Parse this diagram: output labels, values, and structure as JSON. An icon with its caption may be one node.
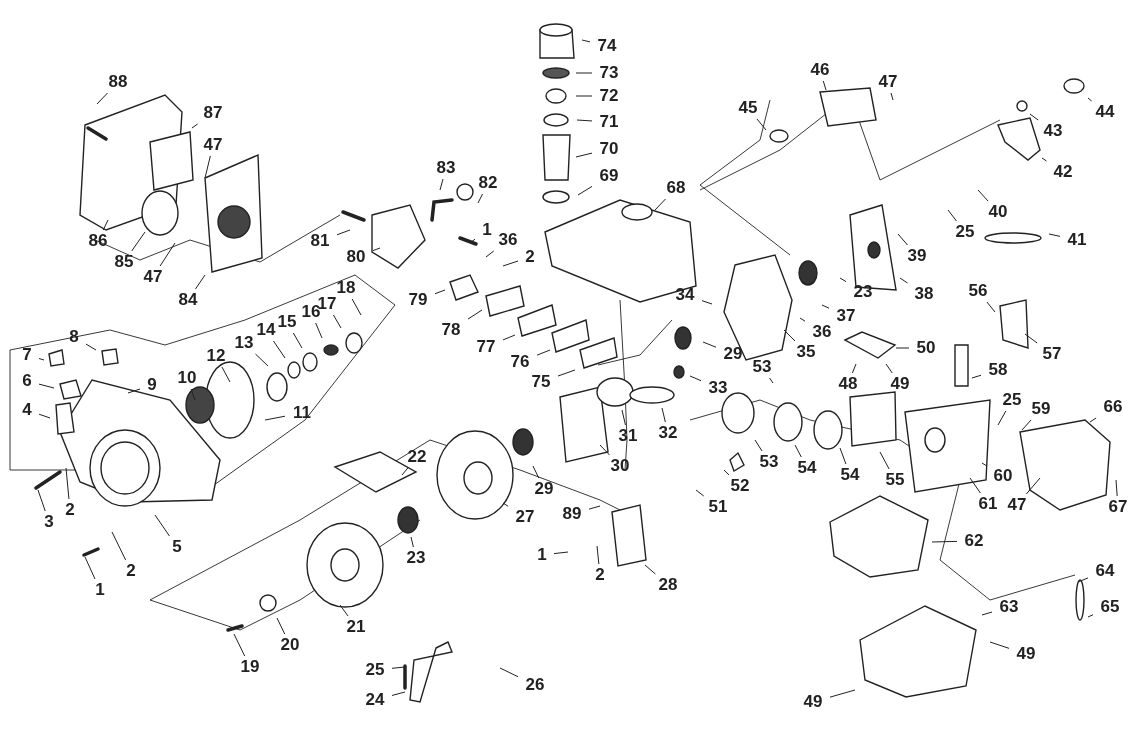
{
  "diagram": {
    "nodes": [
      {
        "text": [
          "88"
        ]
      },
      {
        "text": [
          "87"
        ]
      },
      {
        "text": [
          "47"
        ]
      },
      {
        "text": [
          "86"
        ]
      },
      {
        "text": [
          "85"
        ]
      },
      {
        "text": [
          "47"
        ]
      },
      {
        "text": [
          "84"
        ]
      },
      {
        "text": [
          "83"
        ]
      },
      {
        "text": [
          "82"
        ]
      },
      {
        "text": [
          "74"
        ]
      },
      {
        "text": [
          "73"
        ]
      },
      {
        "text": [
          "72"
        ]
      },
      {
        "text": [
          "71"
        ]
      },
      {
        "text": [
          "70"
        ]
      },
      {
        "text": [
          "69"
        ]
      },
      {
        "text": [
          "68"
        ]
      },
      {
        "text": [
          "46"
        ]
      },
      {
        "text": [
          "47"
        ]
      },
      {
        "text": [
          "45"
        ]
      },
      {
        "text": [
          "44"
        ]
      },
      {
        "text": [
          "43"
        ]
      },
      {
        "text": [
          "42"
        ]
      },
      {
        "text": [
          "40"
        ]
      },
      {
        "text": [
          "25"
        ]
      },
      {
        "text": [
          "41"
        ]
      },
      {
        "text": [
          "39"
        ]
      },
      {
        "text": [
          "81"
        ]
      },
      {
        "text": [
          "80"
        ]
      },
      {
        "text": [
          "1"
        ]
      },
      {
        "text": [
          "36"
        ]
      },
      {
        "text": [
          "2"
        ]
      },
      {
        "text": [
          "79"
        ]
      },
      {
        "text": [
          "78"
        ]
      },
      {
        "text": [
          "77"
        ]
      },
      {
        "text": [
          "76"
        ]
      },
      {
        "text": [
          "75"
        ]
      },
      {
        "text": [
          "23"
        ]
      },
      {
        "text": [
          "38"
        ]
      },
      {
        "text": [
          "34"
        ]
      },
      {
        "text": [
          "37"
        ]
      },
      {
        "text": [
          "36"
        ]
      },
      {
        "text": [
          "35"
        ]
      },
      {
        "text": [
          "29"
        ]
      },
      {
        "text": [
          "56"
        ]
      },
      {
        "text": [
          "57"
        ]
      },
      {
        "text": [
          "50"
        ]
      },
      {
        "text": [
          "53"
        ]
      },
      {
        "text": [
          "33"
        ]
      },
      {
        "text": [
          "48"
        ]
      },
      {
        "text": [
          "49"
        ]
      },
      {
        "text": [
          "58"
        ]
      },
      {
        "text": [
          "25"
        ]
      },
      {
        "text": [
          "59"
        ]
      },
      {
        "text": [
          "66"
        ]
      },
      {
        "text": [
          "8"
        ]
      },
      {
        "text": [
          "7"
        ]
      },
      {
        "text": [
          "6"
        ]
      },
      {
        "text": [
          "9"
        ]
      },
      {
        "text": [
          "10"
        ]
      },
      {
        "text": [
          "12"
        ]
      },
      {
        "text": [
          "13"
        ]
      },
      {
        "text": [
          "14"
        ]
      },
      {
        "text": [
          "15"
        ]
      },
      {
        "text": [
          "16"
        ]
      },
      {
        "text": [
          "17"
        ]
      },
      {
        "text": [
          "18"
        ]
      },
      {
        "text": [
          "4"
        ]
      },
      {
        "text": [
          "11"
        ]
      },
      {
        "text": [
          "31"
        ]
      },
      {
        "text": [
          "32"
        ]
      },
      {
        "text": [
          "30"
        ]
      },
      {
        "text": [
          "22"
        ]
      },
      {
        "text": [
          "29"
        ]
      },
      {
        "text": [
          "53"
        ]
      },
      {
        "text": [
          "54"
        ]
      },
      {
        "text": [
          "54"
        ]
      },
      {
        "text": [
          "55"
        ]
      },
      {
        "text": [
          "52"
        ]
      },
      {
        "text": [
          "51"
        ]
      },
      {
        "text": [
          "60"
        ]
      },
      {
        "text": [
          "61"
        ]
      },
      {
        "text": [
          "47"
        ]
      },
      {
        "text": [
          "67"
        ]
      },
      {
        "text": [
          "27"
        ]
      },
      {
        "text": [
          "89"
        ]
      },
      {
        "text": [
          "3"
        ]
      },
      {
        "text": [
          "2"
        ]
      },
      {
        "text": [
          "5"
        ]
      },
      {
        "text": [
          "1"
        ]
      },
      {
        "text": [
          "2"
        ]
      },
      {
        "text": [
          "62"
        ]
      },
      {
        "text": [
          "1"
        ]
      },
      {
        "text": [
          "2"
        ]
      },
      {
        "text": [
          "23"
        ]
      },
      {
        "text": [
          "28"
        ]
      },
      {
        "text": [
          "64"
        ]
      },
      {
        "text": [
          "65"
        ]
      },
      {
        "text": [
          "63"
        ]
      },
      {
        "text": [
          "21"
        ]
      },
      {
        "text": [
          "20"
        ]
      },
      {
        "text": [
          "49"
        ]
      },
      {
        "text": [
          "19"
        ]
      },
      {
        "text": [
          "25"
        ]
      },
      {
        "text": [
          "24"
        ]
      },
      {
        "text": [
          "26"
        ]
      },
      {
        "text": [
          "49"
        ]
      }
    ],
    "edges": [
      {
        "from": 0,
        "to": null,
        "arrow": "none"
      },
      {
        "from": 1,
        "to": null,
        "arrow": "none"
      },
      {
        "from": 2,
        "to": null,
        "arrow": "none"
      },
      {
        "from": 3,
        "to": null,
        "arrow": "none"
      },
      {
        "from": 4,
        "to": null,
        "arrow": "none"
      },
      {
        "from": 5,
        "to": null,
        "arrow": "none"
      },
      {
        "from": 6,
        "to": null,
        "arrow": "none"
      },
      {
        "from": 7,
        "to": null,
        "arrow": "none"
      },
      {
        "from": 8,
        "to": null,
        "arrow": "none"
      },
      {
        "from": 9,
        "to": null,
        "arrow": "none"
      },
      {
        "from": 10,
        "to": null,
        "arrow": "none"
      },
      {
        "from": 11,
        "to": null,
        "arrow": "none"
      },
      {
        "from": 12,
        "to": null,
        "arrow": "none"
      },
      {
        "from": 13,
        "to": null,
        "arrow": "none"
      },
      {
        "from": 14,
        "to": null,
        "arrow": "none"
      },
      {
        "from": 15,
        "to": null,
        "arrow": "none"
      },
      {
        "from": 16,
        "to": null,
        "arrow": "none"
      },
      {
        "from": 17,
        "to": null,
        "arrow": "none"
      },
      {
        "from": 18,
        "to": null,
        "arrow": "none"
      },
      {
        "from": 19,
        "to": null,
        "arrow": "none"
      },
      {
        "from": 20,
        "to": null,
        "arrow": "none"
      },
      {
        "from": 21,
        "to": null,
        "arrow": "none"
      },
      {
        "from": 22,
        "to": null,
        "arrow": "none"
      },
      {
        "from": 23,
        "to": null,
        "arrow": "none"
      },
      {
        "from": 24,
        "to": null,
        "arrow": "none"
      },
      {
        "from": 25,
        "to": null,
        "arrow": "none"
      },
      {
        "from": 26,
        "to": null,
        "arrow": "none"
      },
      {
        "from": 27,
        "to": null,
        "arrow": "none"
      },
      {
        "from": 28,
        "to": null,
        "arrow": "none"
      },
      {
        "from": 29,
        "to": null,
        "arrow": "none"
      },
      {
        "from": 30,
        "to": null,
        "arrow": "none"
      },
      {
        "from": 31,
        "to": null,
        "arrow": "none"
      },
      {
        "from": 32,
        "to": null,
        "arrow": "none"
      },
      {
        "from": 33,
        "to": null,
        "arrow": "none"
      },
      {
        "from": 34,
        "to": null,
        "arrow": "none"
      },
      {
        "from": 35,
        "to": null,
        "arrow": "none"
      },
      {
        "from": 36,
        "to": null,
        "arrow": "none"
      },
      {
        "from": 37,
        "to": null,
        "arrow": "none"
      },
      {
        "from": 38,
        "to": null,
        "arrow": "none"
      },
      {
        "from": 39,
        "to": null,
        "arrow": "none"
      },
      {
        "from": 40,
        "to": null,
        "arrow": "none"
      },
      {
        "from": 41,
        "to": null,
        "arrow": "none"
      },
      {
        "from": 42,
        "to": null,
        "arrow": "none"
      },
      {
        "from": 43,
        "to": null,
        "arrow": "none"
      },
      {
        "from": 44,
        "to": null,
        "arrow": "none"
      },
      {
        "from": 45,
        "to": null,
        "arrow": "none"
      },
      {
        "from": 46,
        "to": null,
        "arrow": "none"
      },
      {
        "from": 47,
        "to": null,
        "arrow": "none"
      },
      {
        "from": 48,
        "to": null,
        "arrow": "none"
      },
      {
        "from": 49,
        "to": null,
        "arrow": "none"
      },
      {
        "from": 50,
        "to": null,
        "arrow": "none"
      },
      {
        "from": 51,
        "to": null,
        "arrow": "none"
      },
      {
        "from": 52,
        "to": null,
        "arrow": "none"
      },
      {
        "from": 53,
        "to": null,
        "arrow": "none"
      },
      {
        "from": 54,
        "to": null,
        "arrow": "none"
      },
      {
        "from": 55,
        "to": null,
        "arrow": "none"
      },
      {
        "from": 56,
        "to": null,
        "arrow": "none"
      },
      {
        "from": 57,
        "to": null,
        "arrow": "none"
      },
      {
        "from": 58,
        "to": null,
        "arrow": "none"
      },
      {
        "from": 59,
        "to": null,
        "arrow": "none"
      },
      {
        "from": 60,
        "to": null,
        "arrow": "none"
      },
      {
        "from": 61,
        "to": null,
        "arrow": "none"
      },
      {
        "from": 62,
        "to": null,
        "arrow": "none"
      },
      {
        "from": 63,
        "to": null,
        "arrow": "none"
      },
      {
        "from": 64,
        "to": null,
        "arrow": "none"
      },
      {
        "from": 65,
        "to": null,
        "arrow": "none"
      },
      {
        "from": 66,
        "to": null,
        "arrow": "none"
      },
      {
        "from": 67,
        "to": null,
        "arrow": "none"
      },
      {
        "from": 68,
        "to": null,
        "arrow": "none"
      },
      {
        "from": 69,
        "to": null,
        "arrow": "none"
      },
      {
        "from": 70,
        "to": null,
        "arrow": "none"
      },
      {
        "from": 71,
        "to": null,
        "arrow": "none"
      },
      {
        "from": 72,
        "to": null,
        "arrow": "none"
      },
      {
        "from": 73,
        "to": null,
        "arrow": "none"
      },
      {
        "from": 74,
        "to": null,
        "arrow": "none"
      },
      {
        "from": 75,
        "to": null,
        "arrow": "none"
      },
      {
        "from": 76,
        "to": null,
        "arrow": "none"
      },
      {
        "from": 77,
        "to": null,
        "arrow": "none"
      },
      {
        "from": 78,
        "to": null,
        "arrow": "none"
      },
      {
        "from": 79,
        "to": null,
        "arrow": "none"
      },
      {
        "from": 80,
        "to": null,
        "arrow": "none"
      },
      {
        "from": 81,
        "to": null,
        "arrow": "none"
      },
      {
        "from": 82,
        "to": null,
        "arrow": "none"
      },
      {
        "from": 83,
        "to": null,
        "arrow": "none"
      },
      {
        "from": 84,
        "to": null,
        "arrow": "none"
      },
      {
        "from": 85,
        "to": null,
        "arrow": "none"
      },
      {
        "from": 86,
        "to": null,
        "arrow": "none"
      },
      {
        "from": 87,
        "to": null,
        "arrow": "none"
      },
      {
        "from": 88,
        "to": null,
        "arrow": "none"
      },
      {
        "from": 89,
        "to": null,
        "arrow": "none"
      },
      {
        "from": 90,
        "to": null,
        "arrow": "none"
      },
      {
        "from": 91,
        "to": null,
        "arrow": "none"
      },
      {
        "from": 92,
        "to": null,
        "arrow": "none"
      },
      {
        "from": 93,
        "to": null,
        "arrow": "none"
      },
      {
        "from": 94,
        "to": null,
        "arrow": "none"
      },
      {
        "from": 95,
        "to": null,
        "arrow": "none"
      },
      {
        "from": 96,
        "to": null,
        "arrow": "none"
      },
      {
        "from": 97,
        "to": null,
        "arrow": "none"
      },
      {
        "from": 98,
        "to": null,
        "arrow": "none"
      },
      {
        "from": 99,
        "to": null,
        "arrow": "none"
      },
      {
        "from": 100,
        "to": null,
        "arrow": "none"
      },
      {
        "from": 101,
        "to": null,
        "arrow": "none"
      },
      {
        "from": 102,
        "to": null,
        "arrow": "none"
      },
      {
        "from": 103,
        "to": null,
        "arrow": "none"
      },
      {
        "from": 104,
        "to": null,
        "arrow": "none"
      },
      {
        "from": 105,
        "to": null,
        "arrow": "none"
      }
    ]
  }
}
